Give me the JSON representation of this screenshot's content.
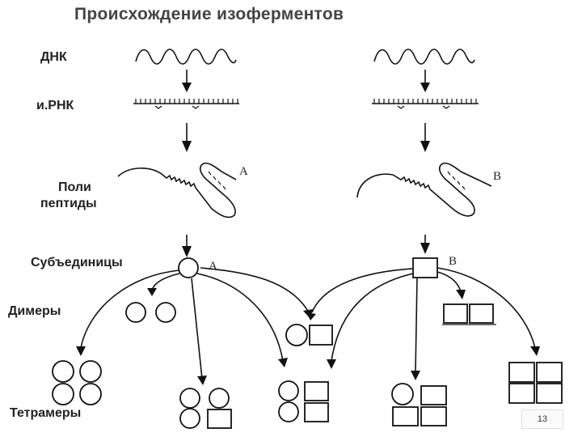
{
  "title": "Происхождение изоферментов",
  "labels": {
    "dna": "ДНК",
    "mrna": "и.РНК",
    "polypeptides_line1": "Поли",
    "polypeptides_line2": "пептиды",
    "subunits": "Субъединицы",
    "dimers": "Димеры",
    "tetramers": "Тетрамеры"
  },
  "chain_letters": {
    "left": "A",
    "right": "B"
  },
  "subunit_letters": {
    "left": "A",
    "right": "B"
  },
  "page_number": "13",
  "colors": {
    "ink": "#111111",
    "title": "#444444",
    "background": "#ffffff"
  },
  "shapes": {
    "subunit_a": "circle",
    "subunit_b": "square"
  }
}
